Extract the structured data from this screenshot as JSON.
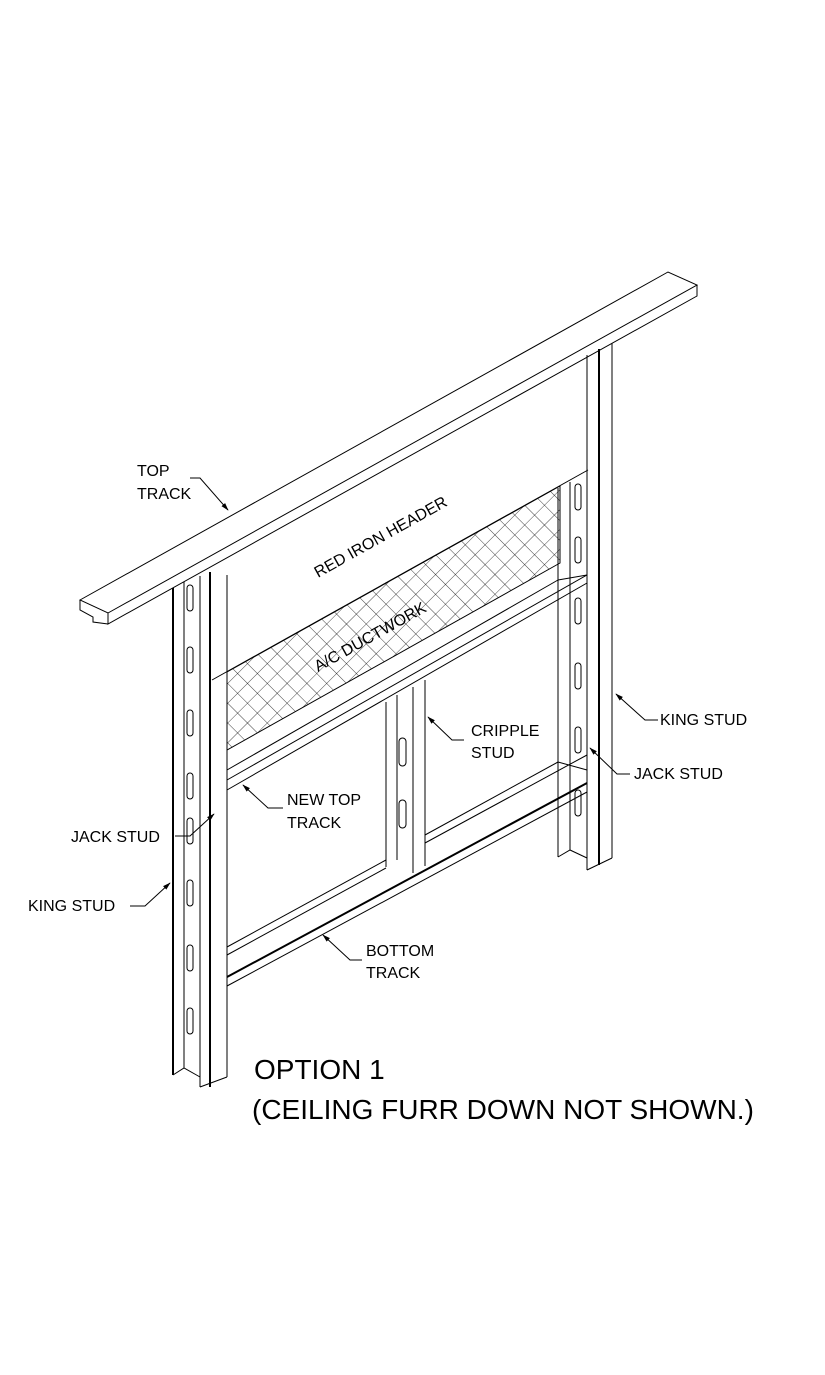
{
  "labels": {
    "top_track": [
      "TOP",
      "TRACK"
    ],
    "red_iron_header": "RED IRON HEADER",
    "ac_ductwork": "A/C DUCTWORK",
    "king_stud_right": "KING STUD",
    "jack_stud_right": "JACK STUD",
    "cripple_stud": [
      "CRIPPLE",
      "STUD"
    ],
    "new_top_track": [
      "NEW TOP",
      "TRACK"
    ],
    "jack_stud_left": "JACK STUD",
    "king_stud_left": "KING STUD",
    "bottom_track": [
      "BOTTOM",
      "TRACK"
    ]
  },
  "caption": {
    "title": "OPTION 1",
    "note": "(CEILING FURR DOWN NOT SHOWN.)"
  }
}
